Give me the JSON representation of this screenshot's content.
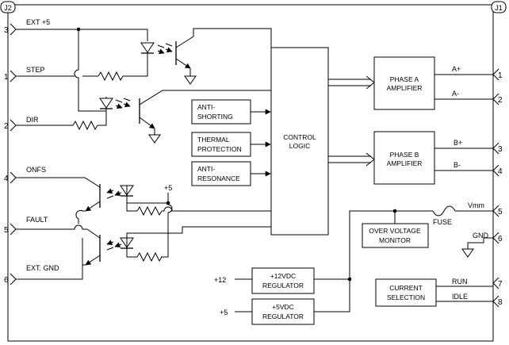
{
  "connectors": {
    "left": "J2",
    "right": "J1"
  },
  "left_pins": [
    {
      "num": "3",
      "label": "EXT +5"
    },
    {
      "num": "1",
      "label": "STEP"
    },
    {
      "num": "2",
      "label": "DIR"
    },
    {
      "num": "4",
      "label": "ONFS"
    },
    {
      "num": "5",
      "label": "FAULT"
    },
    {
      "num": "6",
      "label": "EXT. GND"
    }
  ],
  "right_pins": [
    {
      "num": "1",
      "label": "A+"
    },
    {
      "num": "2",
      "label": "A-"
    },
    {
      "num": "3",
      "label": "B+"
    },
    {
      "num": "4",
      "label": "B-"
    },
    {
      "num": "5",
      "label": "Vmm"
    },
    {
      "num": "6",
      "label": "GND"
    },
    {
      "num": "7",
      "label": "RUN"
    },
    {
      "num": "8",
      "label": "IDLE"
    }
  ],
  "blocks": {
    "anti_shorting": [
      "ANTI-",
      "SHORTING"
    ],
    "thermal": [
      "THERMAL",
      "PROTECTION"
    ],
    "anti_resonance": [
      "ANTI-",
      "RESONANCE"
    ],
    "control_logic": [
      "CONTROL",
      "LOGIC"
    ],
    "phase_a": [
      "PHASE A",
      "AMPLIFIER"
    ],
    "phase_b": [
      "PHASE B",
      "AMPLIFIER"
    ],
    "over_voltage": [
      "OVER VOLTAGE",
      "MONITOR"
    ],
    "reg12": [
      "+12VDC",
      "REGULATOR"
    ],
    "reg5": [
      "+5VDC",
      "REGULATOR"
    ],
    "current_sel": [
      "CURRENT",
      "SELECTION"
    ]
  },
  "labels": {
    "plus5_supply": "+5",
    "fuse": "FUSE",
    "out12": "+12",
    "out5": "+5"
  }
}
